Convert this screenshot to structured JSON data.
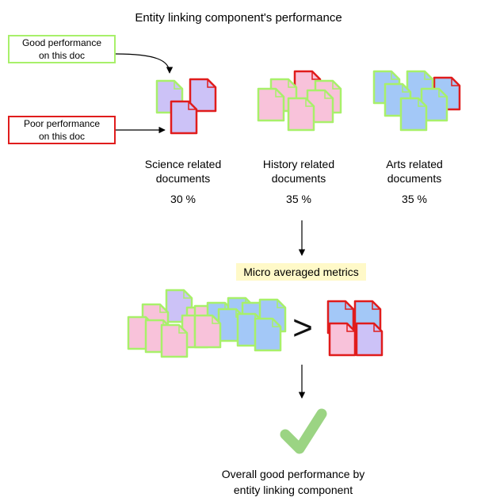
{
  "title": "Entity linking component's performance",
  "legend": {
    "good": "Good performance\non this doc",
    "poor": "Poor performance\non this doc"
  },
  "categories": [
    {
      "label": "Science related\ndocuments",
      "pct": "30 %"
    },
    {
      "label": "History related\ndocuments",
      "pct": "35 %"
    },
    {
      "label": "Arts related\ndocuments",
      "pct": "35 %"
    }
  ],
  "micro_label": "Micro averaged metrics",
  "comparison_symbol": ">",
  "final_label": "Overall good performance by\nentity linking component",
  "colors": {
    "good_border": "#a8f06a",
    "poor_border": "#e01c1c",
    "science_fill": "#ccc2f7",
    "history_fill": "#f8c2da",
    "arts_fill": "#a3c8f7",
    "check": "#9bd483",
    "highlight": "#fff9c8"
  }
}
